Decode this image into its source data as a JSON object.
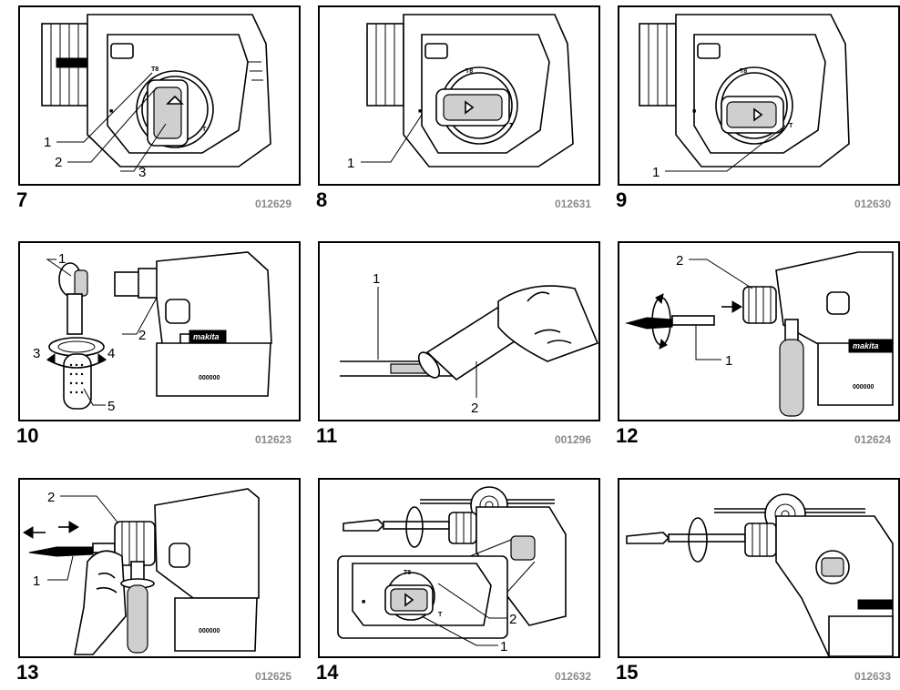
{
  "figures": [
    {
      "number": "7",
      "code": "012629",
      "callouts": [
        "1",
        "2",
        "3"
      ]
    },
    {
      "number": "8",
      "code": "012631",
      "callouts": [
        "1"
      ]
    },
    {
      "number": "9",
      "code": "012630",
      "callouts": [
        "1"
      ]
    },
    {
      "number": "10",
      "code": "012623",
      "callouts": [
        "1",
        "2",
        "3",
        "4",
        "5"
      ],
      "brand": "makita",
      "serial": "000000"
    },
    {
      "number": "11",
      "code": "001296",
      "callouts": [
        "1",
        "2"
      ]
    },
    {
      "number": "12",
      "code": "012624",
      "callouts": [
        "2",
        "1"
      ],
      "brand": "makita",
      "serial": "000000"
    },
    {
      "number": "13",
      "code": "012625",
      "callouts": [
        "2",
        "1"
      ],
      "serial": "000000"
    },
    {
      "number": "14",
      "code": "012632",
      "callouts": [
        "2",
        "1"
      ]
    },
    {
      "number": "15",
      "code": "012633",
      "callouts": []
    }
  ]
}
